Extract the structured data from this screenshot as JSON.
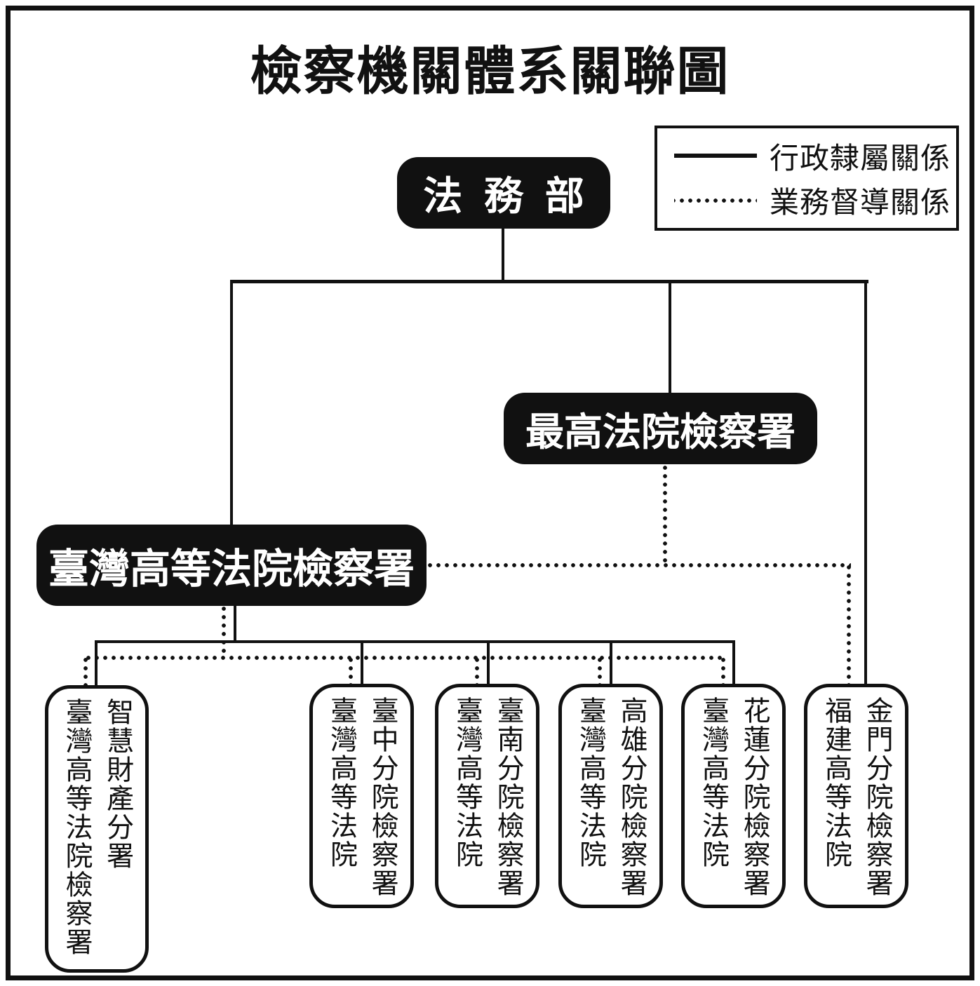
{
  "title": "檢察機關體系關聯圖",
  "legend": {
    "items": [
      {
        "style": "solid",
        "label": "行政隸屬關係"
      },
      {
        "style": "dotted",
        "label": "業務督導關係"
      }
    ]
  },
  "nodes": {
    "ministry": {
      "label": "法務部"
    },
    "supreme": {
      "label": "最高法院檢察署"
    },
    "high": {
      "label": "臺灣高等法院檢察署"
    }
  },
  "branch_offices": [
    {
      "col_left": "臺灣高等法院檢察署",
      "col_right": "智慧財產分署"
    },
    {
      "col_left": "臺灣高等法院",
      "col_right": "臺中分院檢察署"
    },
    {
      "col_left": "臺灣高等法院",
      "col_right": "臺南分院檢察署"
    },
    {
      "col_left": "臺灣高等法院",
      "col_right": "高雄分院檢察署"
    },
    {
      "col_left": "臺灣高等法院",
      "col_right": "花蓮分院檢察署"
    },
    {
      "col_left": "福建高等法院",
      "col_right": "金門分院檢察署"
    }
  ],
  "colors": {
    "ink": "#111111",
    "background": "#ffffff",
    "node_text": "#ffffff"
  }
}
